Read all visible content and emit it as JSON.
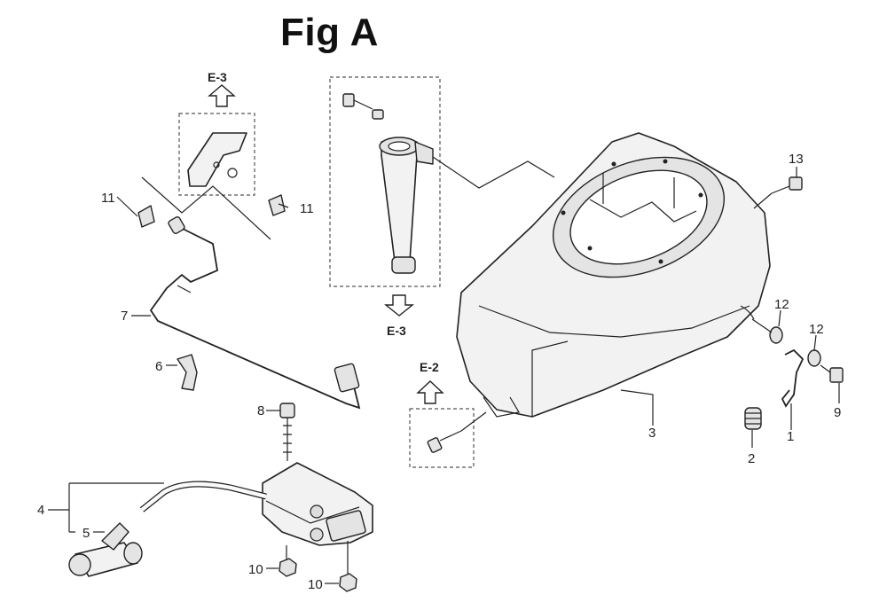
{
  "title": "Fig A",
  "ref_labels": {
    "e3_top": "E-3",
    "e3_mid": "E-3",
    "e2": "E-2"
  },
  "part_numbers": {
    "p1": "1",
    "p2": "2",
    "p3": "3",
    "p4": "4",
    "p5": "5",
    "p6": "6",
    "p7": "7",
    "p8": "8",
    "p9": "9",
    "p10a": "10",
    "p10b": "10",
    "p11a": "11",
    "p11b": "11",
    "p12a": "12",
    "p12b": "12",
    "p13": "13"
  }
}
